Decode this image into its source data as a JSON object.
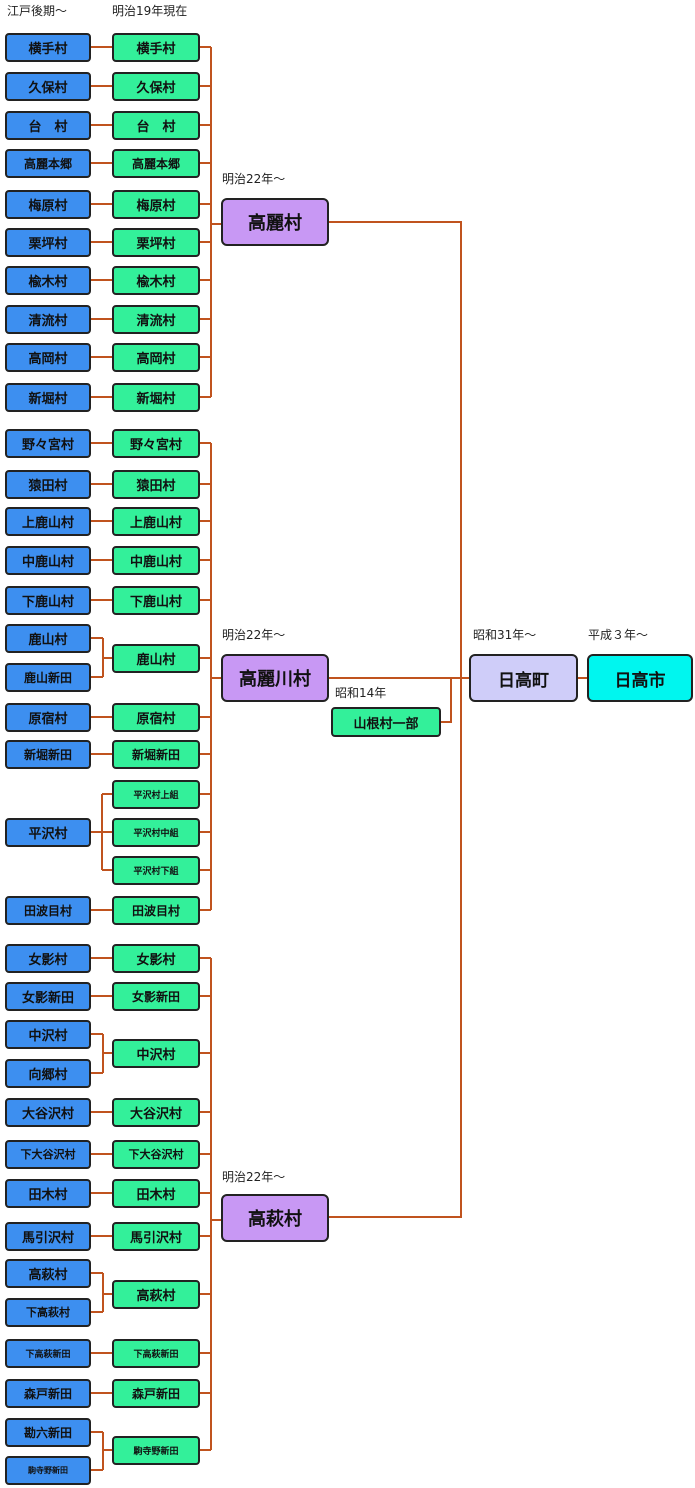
{
  "headers": {
    "edo": "江戸後期〜",
    "meiji19": "明治19年現在",
    "meiji22_a": "明治22年〜",
    "meiji22_b": "明治22年〜",
    "meiji22_c": "明治22年〜",
    "showa14": "昭和14年",
    "showa31": "昭和31年〜",
    "heisei3": "平成３年〜"
  },
  "edo": [
    "横手村",
    "久保村",
    "台　村",
    "高麗本郷",
    "梅原村",
    "栗坪村",
    "楡木村",
    "清流村",
    "高岡村",
    "新堀村",
    "野々宮村",
    "猿田村",
    "上鹿山村",
    "中鹿山村",
    "下鹿山村",
    "鹿山村",
    "鹿山新田",
    "原宿村",
    "新堀新田",
    "平沢村",
    "田波目村",
    "女影村",
    "女影新田",
    "中沢村",
    "向郷村",
    "大谷沢村",
    "下大谷沢村",
    "田木村",
    "馬引沢村",
    "高萩村",
    "下高萩村",
    "下高萩新田",
    "森戸新田",
    "勘六新田",
    "駒寺野新田"
  ],
  "meiji19": [
    "横手村",
    "久保村",
    "台　村",
    "高麗本郷",
    "梅原村",
    "栗坪村",
    "楡木村",
    "清流村",
    "高岡村",
    "新堀村",
    "野々宮村",
    "猿田村",
    "上鹿山村",
    "中鹿山村",
    "下鹿山村",
    "鹿山村",
    "原宿村",
    "新堀新田",
    "平沢村上組",
    "平沢村中組",
    "平沢村下組",
    "田波目村",
    "女影村",
    "女影新田",
    "中沢村",
    "大谷沢村",
    "下大谷沢村",
    "田木村",
    "馬引沢村",
    "高萩村",
    "下高萩新田",
    "森戸新田",
    "駒寺野新田"
  ],
  "meiji22": [
    "高麗村",
    "高麗川村",
    "高萩村"
  ],
  "showa14": "山根村一部",
  "showa31": "日高町",
  "heisei3": "日高市",
  "colors": {
    "edo": "#3d8ff0",
    "meiji19": "#33f09a",
    "meiji22": "#c898f4",
    "showa31": "#cfcdf9",
    "heisei3": "#00f6ef",
    "line": "#c0531e"
  }
}
